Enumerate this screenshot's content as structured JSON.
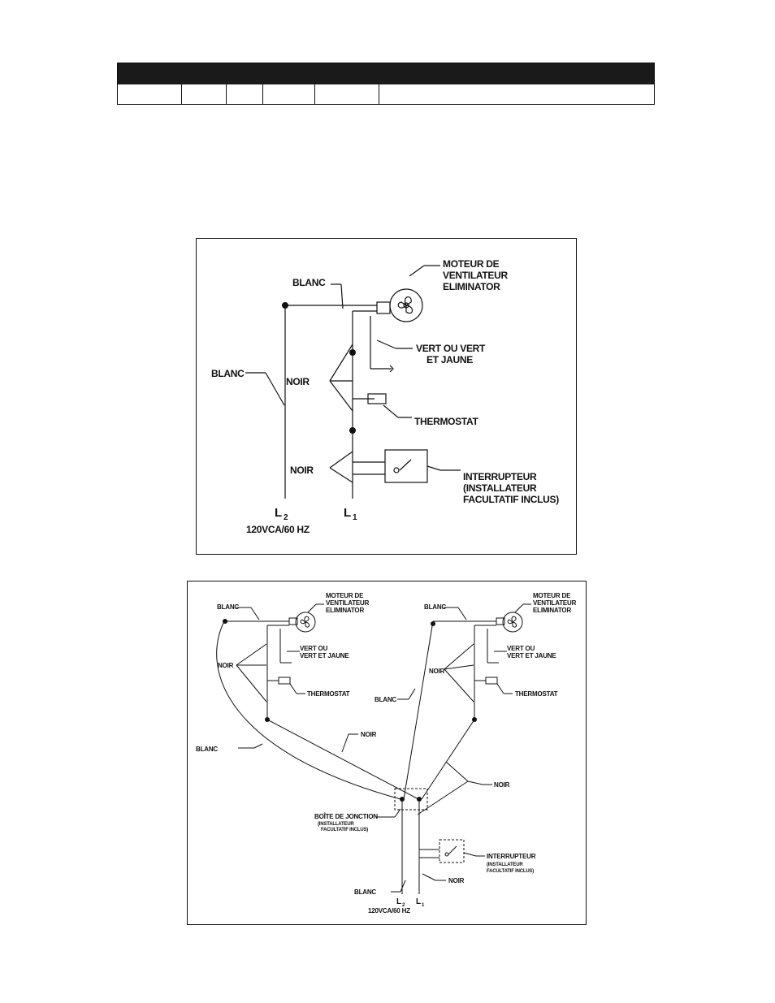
{
  "header_table": {
    "cells": [
      "",
      "",
      "",
      "",
      "",
      ""
    ]
  },
  "fig1": {
    "blanc_top": "BLANC",
    "blanc_left": "BLANC",
    "motor_l1": "MOTEUR DE",
    "motor_l2": "VENTILATEUR",
    "motor_l3": "ELIMINATOR",
    "ground_l1": "VERT OU VERT",
    "ground_l2": "ET JAUNE",
    "noir_1": "NOIR",
    "thermostat": "THERMOSTAT",
    "noir_2": "NOIR",
    "switch_l1": "INTERRUPTEUR",
    "switch_l2": "(INSTALLATEUR",
    "switch_l3": "FACULTATIF INCLUS)",
    "l2": "L",
    "l2_sub": "2",
    "l1": "L",
    "l1_sub": "1",
    "supply": "120VCA/60 HZ"
  },
  "fig2": {
    "left": {
      "blanc": "BLANC",
      "motor_l1": "MOTEUR DE",
      "motor_l2": "VENTILATEUR",
      "motor_l3": "ELIMINATOR",
      "ground_l1": "VERT OU",
      "ground_l2": "VERT ET JAUNE",
      "noir": "NOIR",
      "thermostat": "THERMOSTAT"
    },
    "right": {
      "blanc": "BLANC",
      "motor_l1": "MOTEUR DE",
      "motor_l2": "VENTILATEUR",
      "motor_l3": "ELIMINATOR",
      "ground_l1": "VERT OU",
      "ground_l2": "VERT ET JAUNE",
      "noir": "NOIR",
      "thermostat": "THERMOSTAT"
    },
    "blanc_mid": "BLANC",
    "blanc_curve": "BLANC",
    "noir_mid": "NOIR",
    "noir_right": "NOIR",
    "jbox_l1": "BOÎTE DE JONCTION",
    "jbox_l2": "(INSTALLATEUR",
    "jbox_l3": "FACULTATIF INCLUS)",
    "switch_l1": "INTERRUPTEUR",
    "switch_l2": "(INSTALLATEUR",
    "switch_l3": "FACULTATIF INCLUS)",
    "blanc_bottom": "BLANC",
    "noir_bottom": "NOIR",
    "l2": "L",
    "l2_sub": "2",
    "l1": "L",
    "l1_sub": "1",
    "supply": "120VCA/60 HZ"
  }
}
